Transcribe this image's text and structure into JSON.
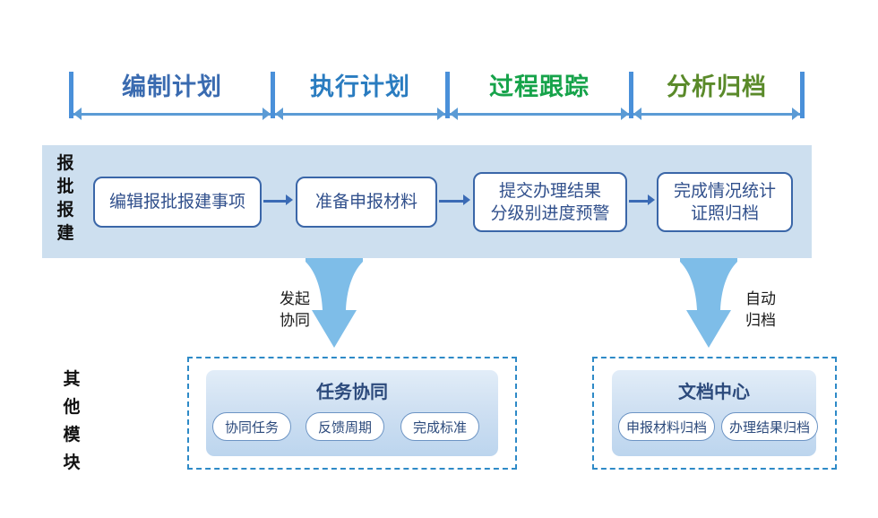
{
  "phases": [
    {
      "label": "编制计划",
      "color": "#3a6bb0"
    },
    {
      "label": "执行计划",
      "color": "#2a7cc0"
    },
    {
      "label": "过程跟踪",
      "color": "#16a34a"
    },
    {
      "label": "分析归档",
      "color": "#5a8a2a"
    }
  ],
  "process_row": {
    "label": "报批报建",
    "steps": [
      {
        "line1": "编辑报批报建事项",
        "line2": ""
      },
      {
        "line1": "准备申报材料",
        "line2": ""
      },
      {
        "line1": "提交办理结果",
        "line2": "分级别进度预警"
      },
      {
        "line1": "完成情况统计",
        "line2": "证照归档"
      }
    ]
  },
  "flows": [
    {
      "label_line1": "发起",
      "label_line2": "协同"
    },
    {
      "label_line1": "自动",
      "label_line2": "归档"
    }
  ],
  "modules_label": "其他模块",
  "modules": [
    {
      "title": "任务协同",
      "pills": [
        "协同任务",
        "反馈周期",
        "完成标准"
      ]
    },
    {
      "title": "文档中心",
      "pills": [
        "申报材料归档",
        "办理结果归档"
      ]
    }
  ],
  "colors": {
    "band_bg": "#cddfef",
    "axis": "#5b9bd5",
    "box_border": "#3a66a8",
    "box_text": "#31508c",
    "dashed_border": "#2e8ac7",
    "funnel_fill": "#7ebde8"
  }
}
